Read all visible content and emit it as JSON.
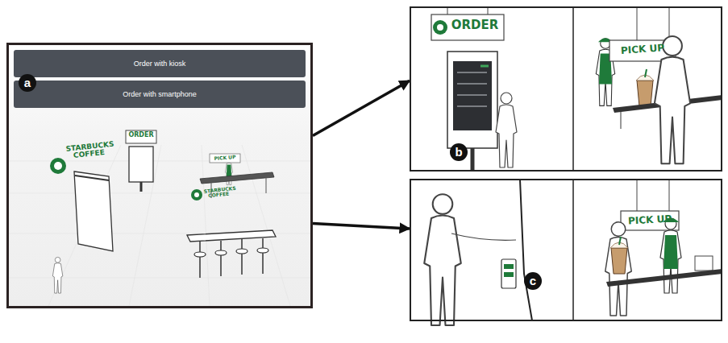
{
  "diagram": {
    "nodes": [
      {
        "text": [
          "a"
        ]
      },
      {
        "text": [
          "Order with kiosk"
        ],
        "in": 0
      },
      {
        "text": [
          "Order with smartphone"
        ],
        "in": 0
      },
      {
        "text": [
          "b"
        ]
      },
      {
        "text": [
          "c"
        ]
      }
    ],
    "edges": [
      {
        "from": 0,
        "to": 3,
        "arrow": "to"
      },
      {
        "from": 0,
        "to": 4,
        "arrow": "to"
      }
    ],
    "labels": [
      "STARBUCKS COFFEE",
      "ORDER",
      "PICK UP",
      "STARBUCKS COFFEE",
      "ORDER",
      "PICK UP",
      "PICK UP"
    ]
  }
}
